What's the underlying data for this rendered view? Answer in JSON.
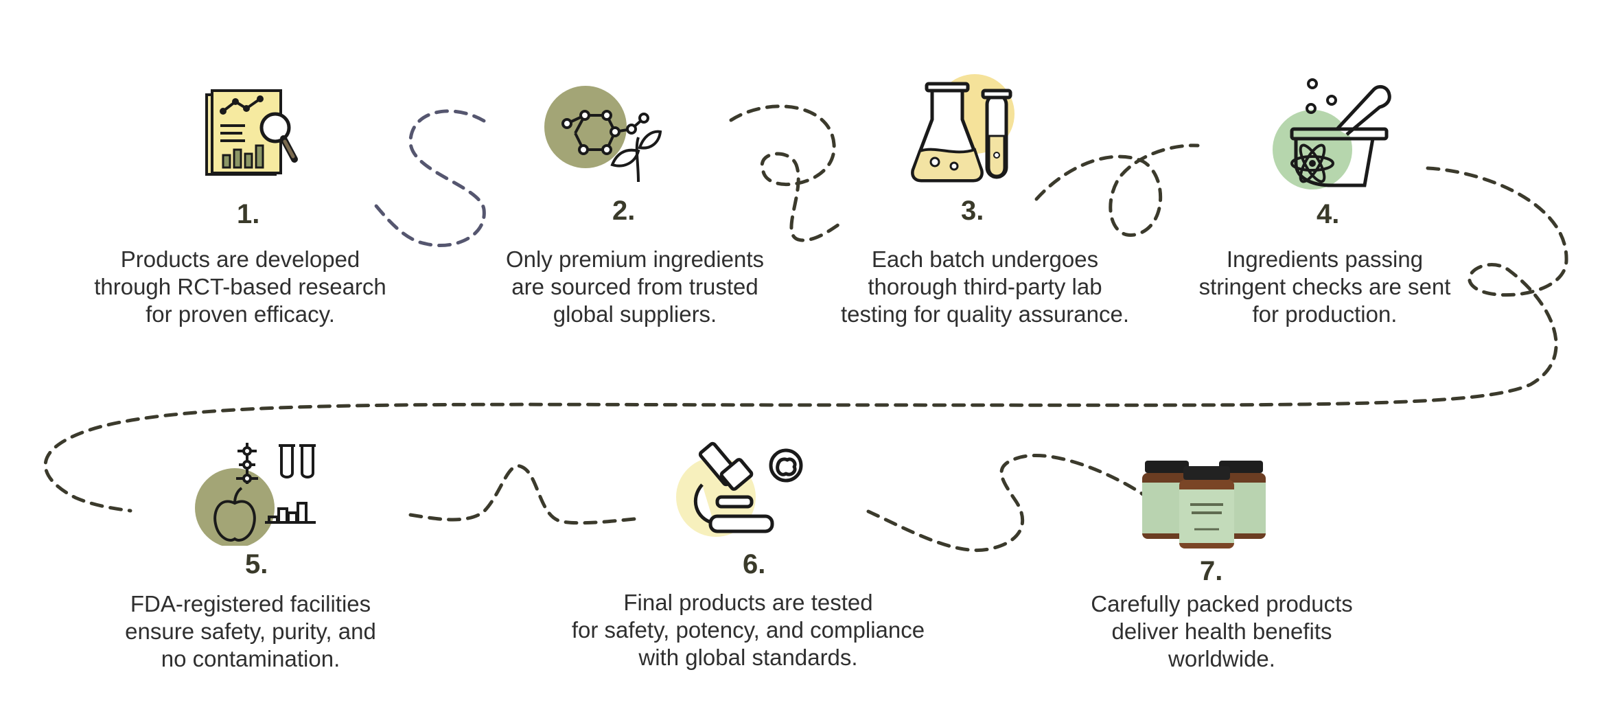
{
  "colors": {
    "olive": "#a3a576",
    "yellow": "#f5e29a",
    "paleyellow": "#f7f0bd",
    "green": "#b6d6ad",
    "path_dark": "#3b3a2c",
    "path_blue": "#55566f",
    "jar_label": "#b9d3b0"
  },
  "steps": [
    {
      "number": "1.",
      "text": "Products are developed\nthrough RCT-based research\nfor proven efficacy.",
      "icon": "research-report-icon"
    },
    {
      "number": "2.",
      "text": "Only premium ingredients\nare sourced from trusted\nglobal suppliers.",
      "icon": "molecule-plant-icon"
    },
    {
      "number": "3.",
      "text": "Each batch undergoes\nthorough third-party lab\ntesting for quality assurance.",
      "icon": "lab-flask-icon"
    },
    {
      "number": "4.",
      "text": "Ingredients passing\nstringent checks are sent\nfor production.",
      "icon": "mortar-pestle-icon"
    },
    {
      "number": "5.",
      "text": "FDA-registered facilities\nensure safety, purity, and\nno contamination.",
      "icon": "science-apple-icon"
    },
    {
      "number": "6.",
      "text": "Final products are tested\nfor safety, potency, and compliance\nwith global standards.",
      "icon": "microscope-icon"
    },
    {
      "number": "7.",
      "text": "Carefully packed products\ndeliver health benefits\nworldwide.",
      "icon": "supplement-jars-icon"
    }
  ]
}
